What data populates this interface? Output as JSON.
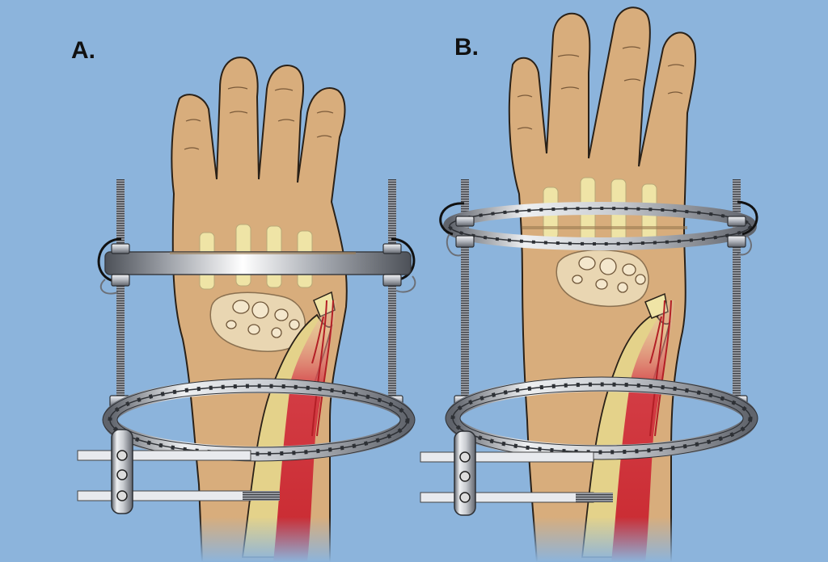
{
  "panels": [
    {
      "label": "A."
    },
    {
      "label": "B."
    }
  ],
  "colors": {
    "background": "#8cb4dc",
    "skin": "#d8ad7c",
    "skin_outline": "#2a2118",
    "bone": "#efe4a6",
    "carpal": "#e9d6b2",
    "radius": "#e4d28a",
    "artery": "#c8282f",
    "metal_light": "#dcdfe4",
    "metal_dark": "#6c7078",
    "threaded_rod": "#8c9096"
  },
  "icons": [
    "hand-illustration",
    "external-fixator-frame",
    "threaded-rod",
    "circular-ring",
    "bone-pin"
  ]
}
